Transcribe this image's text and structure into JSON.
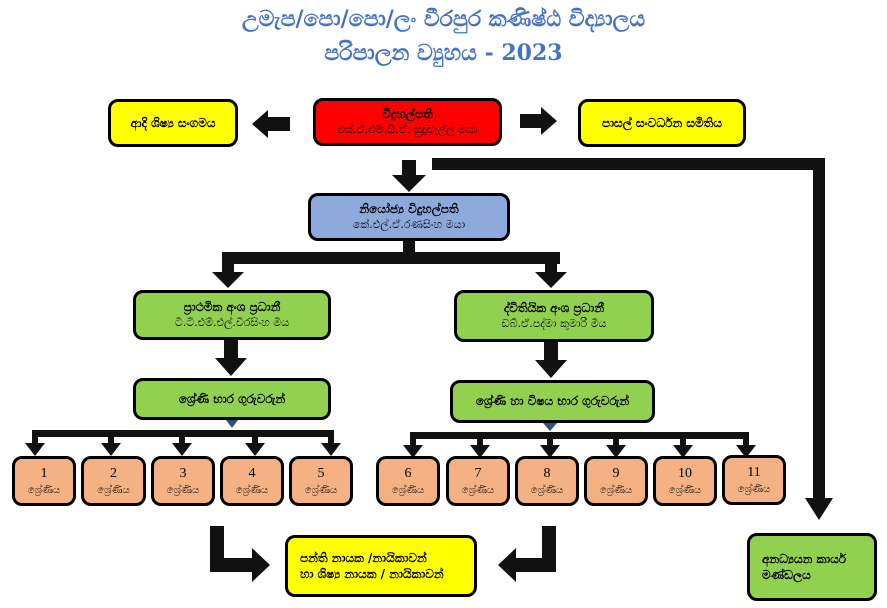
{
  "title": {
    "line1": "උමැප/පො/පො/ලං වීරපුර කණිෂ්ඨ විද්‍යාලය",
    "line2": "පරිපාලන ව්‍යුහය - 2023"
  },
  "nodes": {
    "principal": {
      "role": "විදුහල්පති",
      "name": "එස්.ඒ.එම්.ඩී.ඒ. සුදුවැල්ල මයා"
    },
    "alumni": {
      "label": "ආදි ශිෂ්‍ය සංගමය"
    },
    "sdc": {
      "label": "පාසල් සංවර්ධන සමිතිය"
    },
    "deputy": {
      "role": "නියෝජ්‍ය විදුහල්පති",
      "name": "කේ.එල්.ඒ.රණසිංහ මයා"
    },
    "primary_head": {
      "role": "ප්‍රාථමික අංශ ප්‍රධානී",
      "name": "ටී.ටී.එම්.එල්.වීරසිංහ මිය"
    },
    "secondary_head": {
      "role": "ද්විතියික අංශ ප්‍රධානී",
      "name": "ඩබ්.ඒ.පද්මා කුමාරි මිය"
    },
    "primary_teachers": {
      "label": "ශ්‍රේණි භාර ගුරුවරුන්"
    },
    "secondary_teachers": {
      "label": "ශ්‍රේණි හා විෂය භාර ගුරුවරුන්"
    },
    "monitors": {
      "line1": "පන්ති නායක /නායිකාවන්",
      "line2": "හා ශිෂ්‍ය නායක / නායිකාවන්"
    },
    "nonacademic": {
      "line1": "අනධ්‍යයන කාර්ය",
      "line2": "මණ්ඩලය"
    }
  },
  "grades": [
    {
      "num": "1",
      "label": "ශ්‍රේණිය"
    },
    {
      "num": "2",
      "label": "ශ්‍රේණිය"
    },
    {
      "num": "3",
      "label": "ශ්‍රේණිය"
    },
    {
      "num": "4",
      "label": "ශ්‍රේණිය"
    },
    {
      "num": "5",
      "label": "ශ්‍රේණිය"
    },
    {
      "num": "6",
      "label": "ශ්‍රේණිය"
    },
    {
      "num": "7",
      "label": "ශ්‍රේණිය"
    },
    {
      "num": "8",
      "label": "ශ්‍රේණිය"
    },
    {
      "num": "9",
      "label": "ශ්‍රේණිය"
    },
    {
      "num": "10",
      "label": "ශ්‍රේණිය"
    },
    {
      "num": "11",
      "label": "ශ්‍රේණිය"
    }
  ],
  "colors": {
    "title": "#4472C4",
    "principal": "#FF0000",
    "committee": "#FFFF00",
    "deputy": "#8EA9DB",
    "section": "#92D050",
    "grade": "#F4B183",
    "connector": "#000000"
  }
}
